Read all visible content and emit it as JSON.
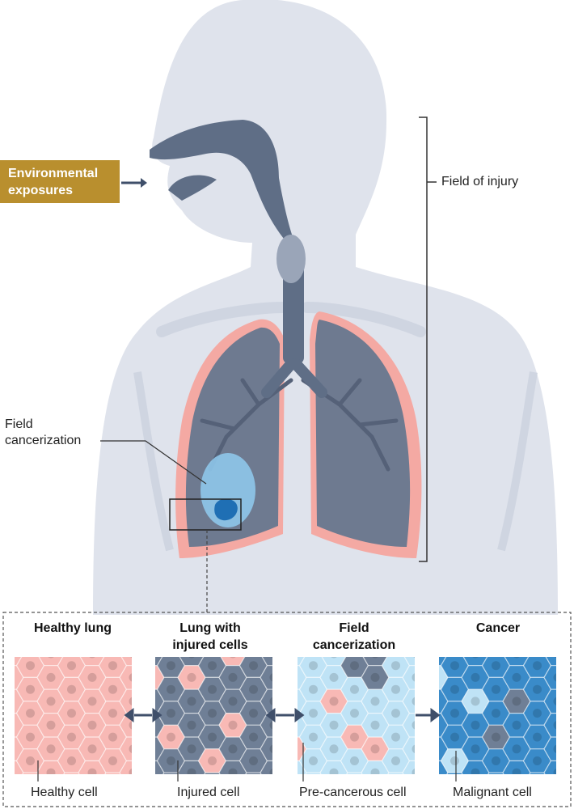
{
  "labels": {
    "environmental_exposures": [
      "Environmental",
      "exposures"
    ],
    "field_of_injury": "Field of injury",
    "field_cancerization": [
      "Field",
      "cancerization"
    ]
  },
  "panels": [
    {
      "title": [
        "Healthy lung",
        ""
      ],
      "caption": "Healthy cell"
    },
    {
      "title": [
        "Lung with",
        "injured cells"
      ],
      "caption": "Injured cell"
    },
    {
      "title": [
        "Field",
        "cancerization"
      ],
      "caption": "Pre-cancerous cell"
    },
    {
      "title": [
        "Cancer",
        ""
      ],
      "caption": "Malignant cell"
    }
  ],
  "colors": {
    "body": "#dfe3ec",
    "skeleton": "#cdd3df",
    "airway": "#5f6e86",
    "lung": "#6e7a90",
    "pleura": "#f4a9a3",
    "field": "#8ec7ea",
    "tumor": "#1f6fb4",
    "exposure_box": "#b98f2e",
    "healthy_cell": "#f8b9b5",
    "injured_cell": "#6f7f96",
    "precancer_cell": "#bfe3f6",
    "malignant_cell": "#3a8bc9"
  }
}
